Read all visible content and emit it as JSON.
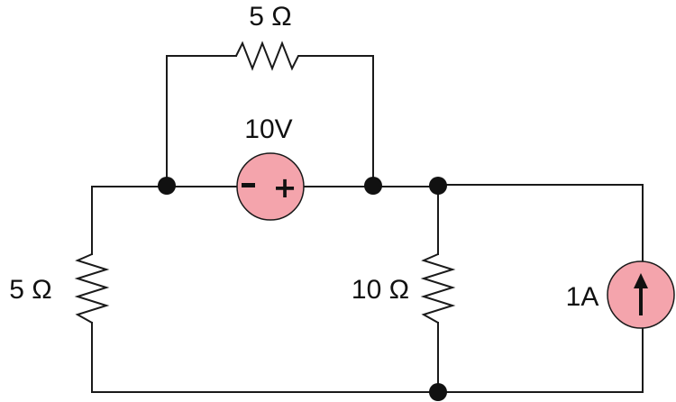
{
  "components": {
    "top_resistor": {
      "label": "5 Ω"
    },
    "voltage_source": {
      "label": "10V",
      "minus": "−",
      "plus": "+"
    },
    "left_resistor": {
      "label": "5 Ω"
    },
    "middle_resistor": {
      "label": "10 Ω"
    },
    "current_source": {
      "label": "1A"
    }
  },
  "colors": {
    "wire": "#1a1a1a",
    "source_fill": "#f4a4ac",
    "node": "#111111"
  },
  "icons": {
    "current_source": "up-arrow-icon"
  }
}
